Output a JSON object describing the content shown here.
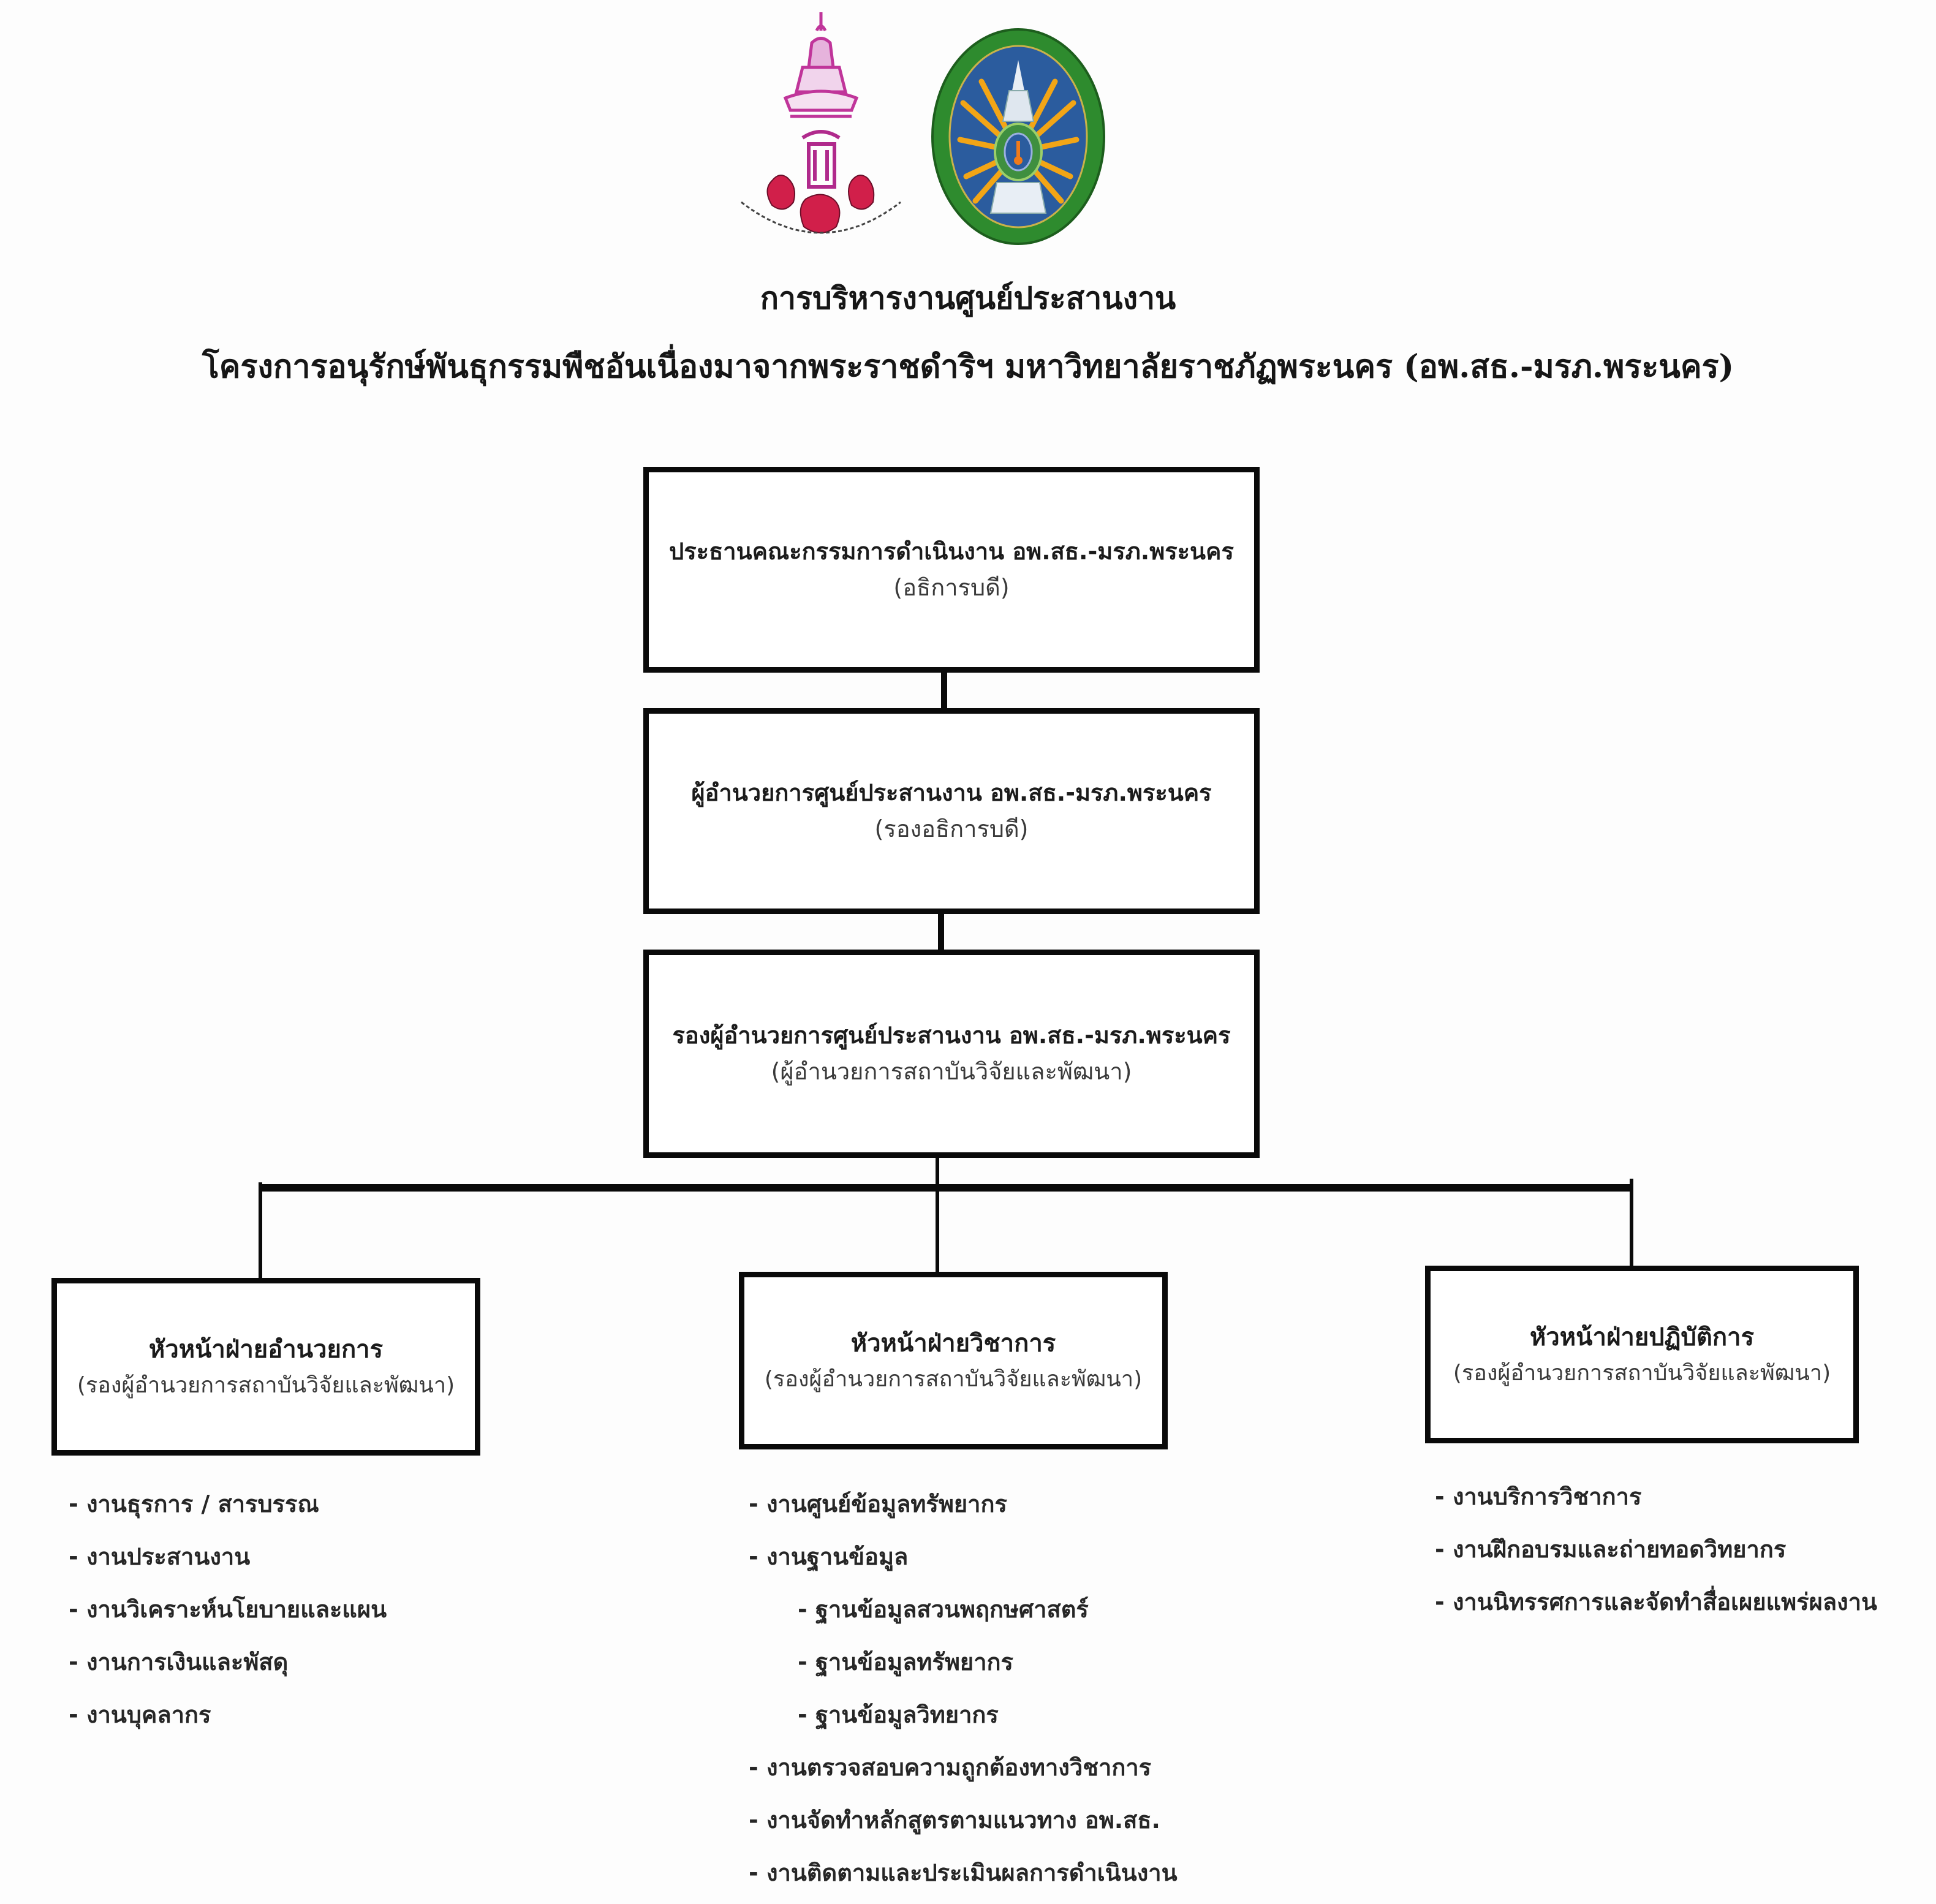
{
  "header": {
    "logos": [
      {
        "name": "royal-project-emblem",
        "caption": "โครงการอนุรักษ์พันธุกรรมพืชอันเนื่องมาจากพระราชดำริ"
      },
      {
        "name": "university-seal",
        "caption": "มหาวิทยาลัยราชภัฏพระนคร"
      }
    ],
    "title_line_1": "การบริหารงานศูนย์ประสานงาน",
    "title_line_2": "โครงการอนุรักษ์พันธุกรรมพืชอันเนื่องมาจากพระราชดำริฯ มหาวิทยาลัยราชภัฏพระนคร (อพ.สธ.-มรภ.พระนคร)"
  },
  "org_chart": {
    "chair": {
      "role": "ประธานคณะกรรมการดำเนินงาน อพ.สธ.-มรภ.พระนคร",
      "holder": "(อธิการบดี)"
    },
    "director": {
      "role": "ผู้อำนวยการศูนย์ประสานงาน อพ.สธ.-มรภ.พระนคร",
      "holder": "(รองอธิการบดี)"
    },
    "deputy_director": {
      "role": "รองผู้อำนวยการศูนย์ประสานงาน อพ.สธ.-มรภ.พระนคร",
      "holder": "(ผู้อำนวยการสถาบันวิจัยและพัฒนา)"
    },
    "departments": [
      {
        "role": "หัวหน้าฝ่ายอำนวยการ",
        "holder": "(รองผู้อำนวยการสถาบันวิจัยและพัฒนา)",
        "tasks": [
          {
            "text": "- งานธุรการ / สารบรรณ",
            "level": 0
          },
          {
            "text": "- งานประสานงาน",
            "level": 0
          },
          {
            "text": "- งานวิเคราะห์นโยบายและแผน",
            "level": 0
          },
          {
            "text": "- งานการเงินและพัสดุ",
            "level": 0
          },
          {
            "text": "- งานบุคลากร",
            "level": 0
          }
        ]
      },
      {
        "role": "หัวหน้าฝ่ายวิชาการ",
        "holder": "(รองผู้อำนวยการสถาบันวิจัยและพัฒนา)",
        "tasks": [
          {
            "text": "- งานศูนย์ข้อมูลทรัพยากร",
            "level": 0
          },
          {
            "text": "- งานฐานข้อมูล",
            "level": 0
          },
          {
            "text": "- ฐานข้อมูลสวนพฤกษศาสตร์",
            "level": 1
          },
          {
            "text": "- ฐานข้อมูลทรัพยากร",
            "level": 1
          },
          {
            "text": "- ฐานข้อมูลวิทยากร",
            "level": 1
          },
          {
            "text": "- งานตรวจสอบความถูกต้องทางวิชาการ",
            "level": 0
          },
          {
            "text": "- งานจัดทำหลักสูตรตามแนวทาง อพ.สธ.",
            "level": 0
          },
          {
            "text": "- งานติดตามและประเมินผลการดำเนินงาน",
            "level": 0
          }
        ]
      },
      {
        "role": "หัวหน้าฝ่ายปฏิบัติการ",
        "holder": "(รองผู้อำนวยการสถาบันวิจัยและพัฒนา)",
        "tasks": [
          {
            "text": "- งานบริการวิชาการ",
            "level": 0
          },
          {
            "text": "- งานฝึกอบรมและถ่ายทอดวิทยากร",
            "level": 0
          },
          {
            "text": "- งานนิทรรศการและจัดทำสื่อเผยแพร่ผลงาน",
            "level": 0
          }
        ]
      }
    ]
  },
  "colors": {
    "border": "#0a0a0a",
    "emblem_magenta": "#c0359a",
    "emblem_red": "#d11f4a",
    "seal_green": "#2e8b2e",
    "seal_blue": "#2b5c9e",
    "seal_orange": "#f2a516"
  }
}
